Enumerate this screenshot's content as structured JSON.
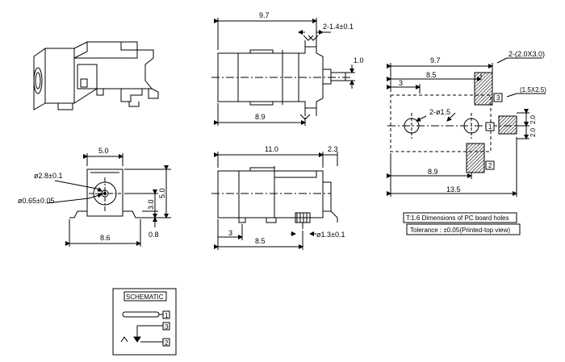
{
  "top_view": {
    "width": "9.7",
    "pin_width": "2-1.4±0.1",
    "side": "1.0",
    "depth": "8.9"
  },
  "front_view": {
    "width": "5.0",
    "hole_large": "ø2.8±0.1",
    "hole_small": "ø0.65±0.05",
    "height_right": "5.0",
    "height_small": "3.0",
    "base_width": "8.6",
    "pin_height": "0.8"
  },
  "side_view": {
    "length": "11.0",
    "protrude": "2.3",
    "offset": "3",
    "pin_pos": "8.5",
    "pin_dia": "ø1.3±0.1"
  },
  "pcb_layout": {
    "total_width": "9.7",
    "pad_size_1": "2-(2.0X3.0)",
    "dim_8_5": "8.5",
    "dim_3": "3",
    "pad_size_3": "(1.5X2.5)",
    "holes": "2-ø1.5",
    "dim_2_0_a": "2.0",
    "dim_2_0_b": "2.0",
    "dim_8_9": "8.9",
    "dim_13_5": "13.5",
    "pin1": "1",
    "pin2": "2",
    "pin3": "3",
    "note_thickness": "T:1.6 Dimensions of PC board holes",
    "note_tolerance": "Tolerance : ±0.05(Printed-top view)"
  },
  "schematic": {
    "title": "SCHEMATIC",
    "pin1": "1",
    "pin3": "3",
    "pin2": "2"
  }
}
